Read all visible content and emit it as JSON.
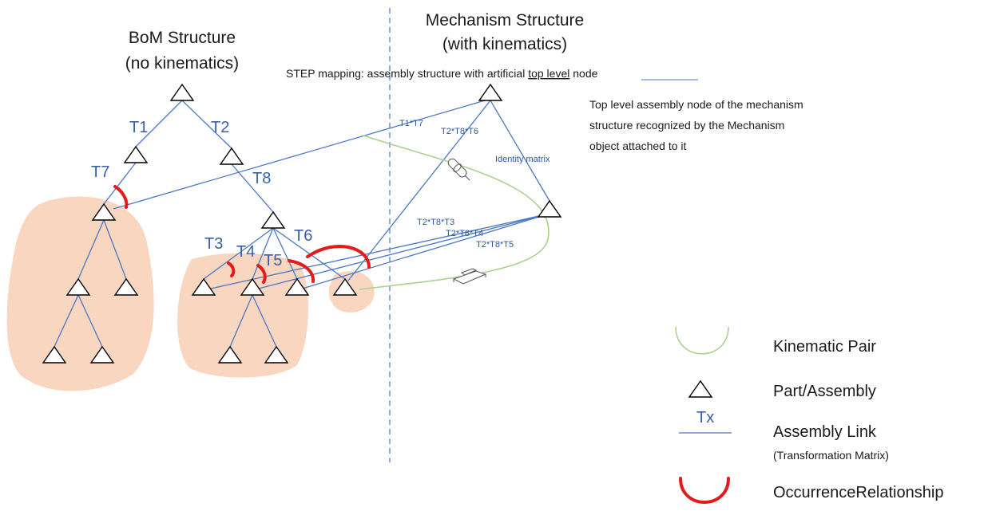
{
  "bom_title_line1": "BoM Structure",
  "bom_title_line2": "(no kinematics)",
  "mech_title_line1": "Mechanism Structure",
  "mech_title_line2": "(with kinematics)",
  "step_mapping_text": "STEP mapping: assembly structure with artificial",
  "step_mapping_underlined": "top level",
  "step_mapping_tail": "node",
  "note_line1": "Top level assembly node of the mechanism",
  "note_line2": "structure recognized by the Mechanism",
  "note_line3": "object attached to it",
  "labels": {
    "t1": "T1",
    "t2": "T2",
    "t7": "T7",
    "t8": "T8",
    "t3": "T3",
    "t4": "T4",
    "t5": "T5",
    "t6": "T6"
  },
  "mech_labels": {
    "t1t7": "T1*T7",
    "t2t8t6": "T2*T8*T6",
    "identity": "Identity matrix",
    "t2t8t3": "T2*T8*T3",
    "t2t8t4": "T2*T8*T4",
    "t2t8t5": "T2*T8*T5"
  },
  "legend": {
    "kinematic_pair": "Kinematic Pair",
    "part_assembly": "Part/Assembly",
    "tx": "Tx",
    "assembly_link": "Assembly Link",
    "transformation_matrix": "(Transformation Matrix)",
    "occurrence_relationship": "OccurrenceRelationship"
  },
  "colors": {
    "link": "#4a78c4",
    "occurrence": "#e41b1b",
    "kinematic": "#a9d18e",
    "highlight": "#f8d6c0"
  }
}
